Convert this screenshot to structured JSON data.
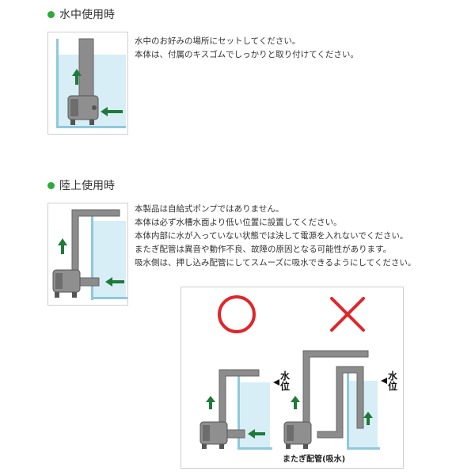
{
  "sections": [
    {
      "title": "水中使用時",
      "lines": [
        "水中のお好みの場所にセットしてください。",
        "本体は、付属のキスゴムでしっかりと取り付けてください。"
      ]
    },
    {
      "title": "陸上使用時",
      "lines": [
        "本製品は自給式ポンプではありません。",
        "本体は必ず水槽水面より低い位置に設置してください。",
        "本体内部に水が入っていない状態では決して電源を入れないでください。",
        "またぎ配管は異音や動作不良、故障の原因となる可能性があります。",
        "吸水側は、押し込み配管にしてスムーズに吸水できるようにしてください。"
      ]
    }
  ],
  "comparison": {
    "water_level_label_left": "水位",
    "water_level_label_right": "水位",
    "caption": "またぎ配管(吸水)"
  },
  "colors": {
    "accent_green": "#2eaa3a",
    "arrow_green": "#1f7a3a",
    "water": "#d8eef6",
    "tank_edge": "#8ec9dc",
    "pipe": "#8c8c8c",
    "ok_red": "#e0262b"
  }
}
